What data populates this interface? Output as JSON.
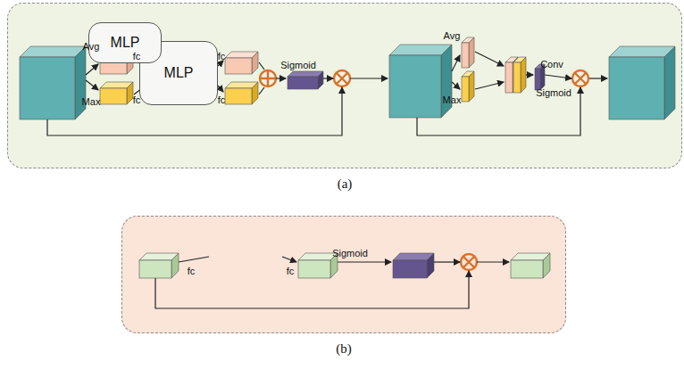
{
  "diagram": {
    "nodes": [
      {
        "text": [
          "(a)"
        ]
      },
      {
        "text": [
          "MLP"
        ],
        "in": 0
      },
      {
        "text": [
          "(b)"
        ]
      },
      {
        "text": [
          "MLP"
        ],
        "in": 2
      }
    ],
    "labels": [
      "Avg",
      "Max",
      "fc",
      "fc",
      "fc",
      "fc",
      "Sigmoid",
      "Avg",
      "Max",
      "Conv",
      "Sigmoid",
      "fc",
      "fc",
      "Sigmoid"
    ]
  }
}
